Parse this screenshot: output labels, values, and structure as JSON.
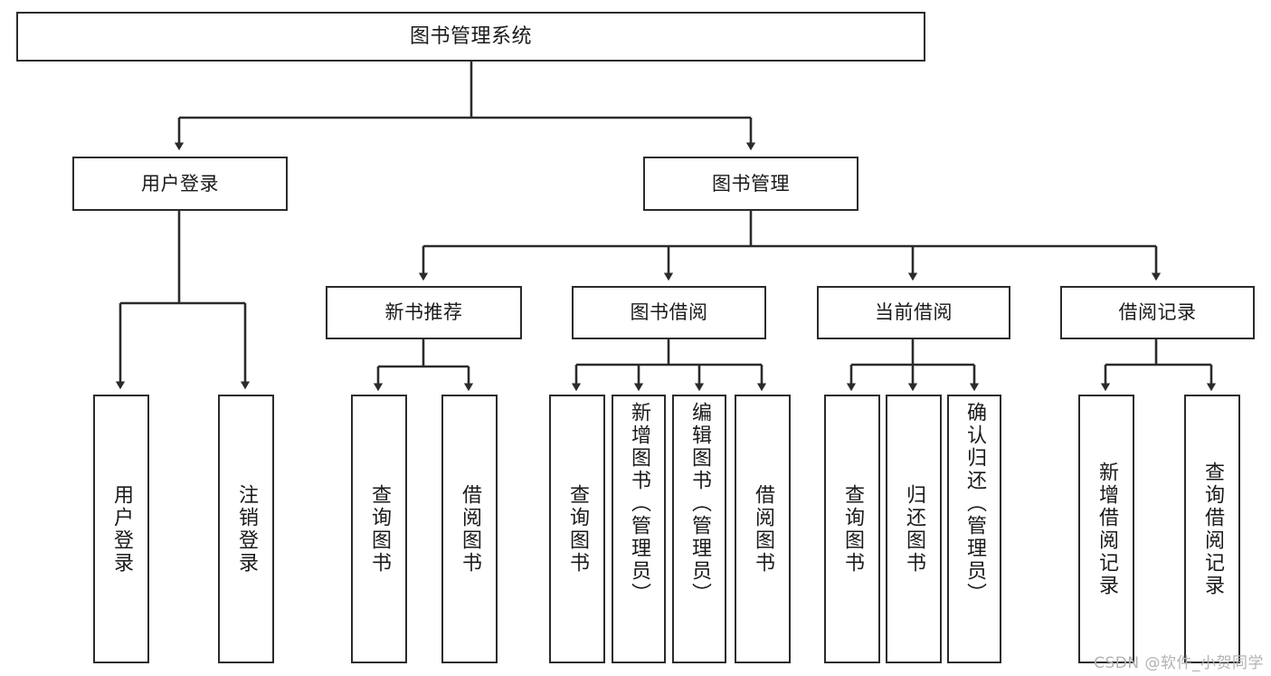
{
  "diagram": {
    "title": "图书管理系统",
    "watermark": "CSDN @软件_小贺同学",
    "edge_color": "#2b2b2b",
    "box_border_color": "#2b2b2b",
    "background_color": "#ffffff",
    "text_color": "#1a1a1a"
  },
  "nodes": {
    "root": {
      "label": "图书管理系统"
    },
    "level2": [
      {
        "label": "用户登录"
      },
      {
        "label": "图书管理"
      }
    ],
    "level3": [
      {
        "label": "新书推荐"
      },
      {
        "label": "图书借阅"
      },
      {
        "label": "当前借阅"
      },
      {
        "label": "借阅记录"
      }
    ],
    "login_leaves": [
      {
        "label": "用户登录"
      },
      {
        "label": "注销登录"
      }
    ],
    "recommend_leaves": [
      {
        "label": "查询图书"
      },
      {
        "label": "借阅图书"
      }
    ],
    "borrow_leaves": [
      {
        "label": "查询图书"
      },
      {
        "label": "新增图书（管理员）"
      },
      {
        "label": "编辑图书（管理员）"
      },
      {
        "label": "借阅图书"
      }
    ],
    "current_leaves": [
      {
        "label": "查询图书"
      },
      {
        "label": "归还图书"
      },
      {
        "label": "确认归还（管理员）"
      }
    ],
    "record_leaves": [
      {
        "label": "新增借阅记录"
      },
      {
        "label": "查询借阅记录"
      }
    ]
  }
}
